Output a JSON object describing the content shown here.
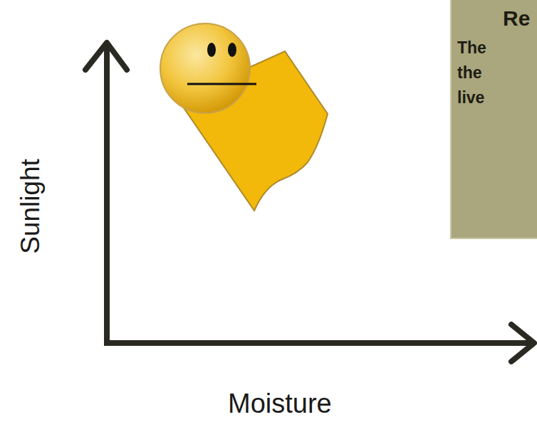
{
  "diagram": {
    "nodes": [
      {
        "text": [
          "Re",
          "The the live"
        ]
      }
    ],
    "labels": [
      "Sunlight",
      "Moisture"
    ]
  }
}
